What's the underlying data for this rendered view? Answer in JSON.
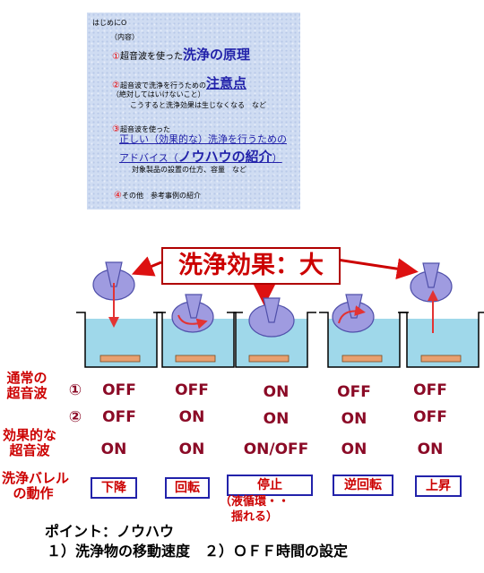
{
  "slide": {
    "heading": "はじめにO",
    "contents": "（内容）",
    "item1_num": "①",
    "item1_text": "超音波を使った",
    "item1_emph": "洗浄の原理",
    "item2_num": "②",
    "item2_text": "超音波で洗浄を行うための",
    "item2_emph": "注意点",
    "item2_sub1": "（絶対してはいけないこと）",
    "item2_sub2": "こうすると洗浄効果は生じなくなる　など",
    "item3_num": "③",
    "item3_text": "超音波を使った",
    "item3_line2": "正しい（効果的な）洗浄を行うための",
    "item3_line3a": "アドバイス（",
    "item3_line3b": "ノウハウの紹介",
    "item3_line3c": "）",
    "item3_sub": "対象製品の設置の仕方、容量　など",
    "item4_num": "④",
    "item4_text": "その他　参考事例の紹介"
  },
  "diagram": {
    "title": "洗浄効果：大",
    "row_normal_label": "通常の\n超音波",
    "row_effective_label": "効果的な\n超音波",
    "row_motion_label": "洗浄バレル\nの動作",
    "transducer1": "①",
    "transducer2": "②",
    "columns": [
      {
        "ch1": "OFF",
        "ch2": "OFF",
        "effective": "ON",
        "motion": "下降",
        "motion_action": "down"
      },
      {
        "ch1": "OFF",
        "ch2": "ON",
        "effective": "ON",
        "motion": "回転",
        "motion_action": "rotate"
      },
      {
        "ch1": "ON",
        "ch2": "ON",
        "effective": "ON/OFF",
        "motion": "停止",
        "motion_action": "stop",
        "note": "（液循環・・\n　揺れる）"
      },
      {
        "ch1": "OFF",
        "ch2": "ON",
        "effective": "ON",
        "motion": "逆回転",
        "motion_action": "reverse-rotate"
      },
      {
        "ch1": "OFF",
        "ch2": "OFF",
        "effective": "ON",
        "motion": "上昇",
        "motion_action": "up"
      }
    ],
    "point_title": "ポイント：ノウハウ",
    "point_items": "１）洗浄物の移動速度　２）ＯＦＦ時間の設定"
  },
  "colors": {
    "water": "#9fd8ea",
    "barrel": "#9f9be0",
    "arrow": "#e33333",
    "title_red": "#cc0000",
    "onoff": "#8b0a26",
    "bar": "#e8a070"
  }
}
